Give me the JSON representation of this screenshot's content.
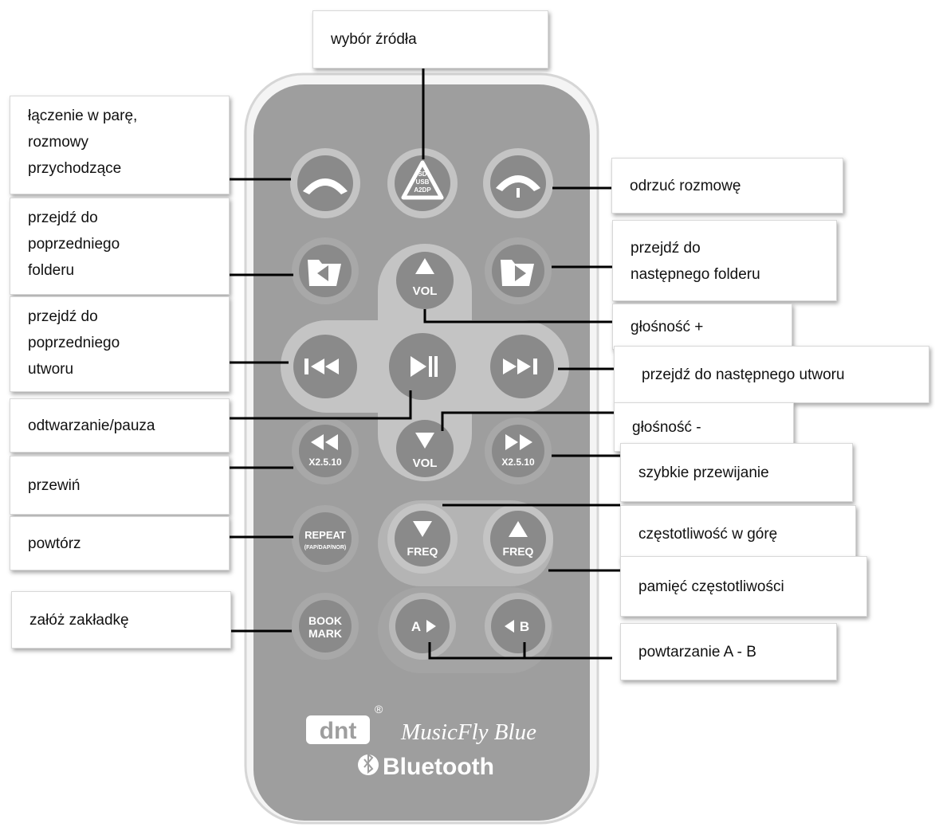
{
  "labels": {
    "source": "wybór źródła",
    "pairing": "łączenie w parę,\nrozmowy\nprzychodzące",
    "reject": "odrzuć rozmowę",
    "prev_folder": "przejdź do\npoprzedniego\nfolderu",
    "next_folder": "przejdź do\nnastępnego folderu",
    "vol_up": "głośność +",
    "prev_track": "przejdź do\npoprzedniego\nutworu",
    "next_track": "przejdź do następnego utworu",
    "play_pause": "odtwarzanie/pauza",
    "vol_down": "głośność -",
    "rewind": "przewiń",
    "fast_forward": "szybkie przewijanie",
    "freq_up": "częstotliwość w górę",
    "repeat": "powtórz",
    "freq_memory": "pamięć częstotliwości",
    "bookmark": "załóż zakładkę",
    "ab_repeat": "powtarzanie A - B"
  },
  "remote": {
    "source_btn": [
      "SD",
      "USB",
      "A2DP"
    ],
    "vol_text": "VOL",
    "speed_text": "X2.5.10",
    "repeat_text": "REPEAT",
    "repeat_sub": "(FAP/DAP/NOR)",
    "freq_text": "FREQ",
    "book_line1": "BOOK",
    "book_line2": "MARK",
    "ab_a": "A",
    "ab_b": "B",
    "brand": "dnt",
    "registered": "®",
    "model": "MusicFly Blue",
    "bluetooth": "Bluetooth"
  },
  "colors": {
    "body": "#9e9e9e",
    "button": "#8a8a8a",
    "button_ring": "#c4c4c4",
    "glyph": "#ffffff",
    "leader": "#000000"
  }
}
